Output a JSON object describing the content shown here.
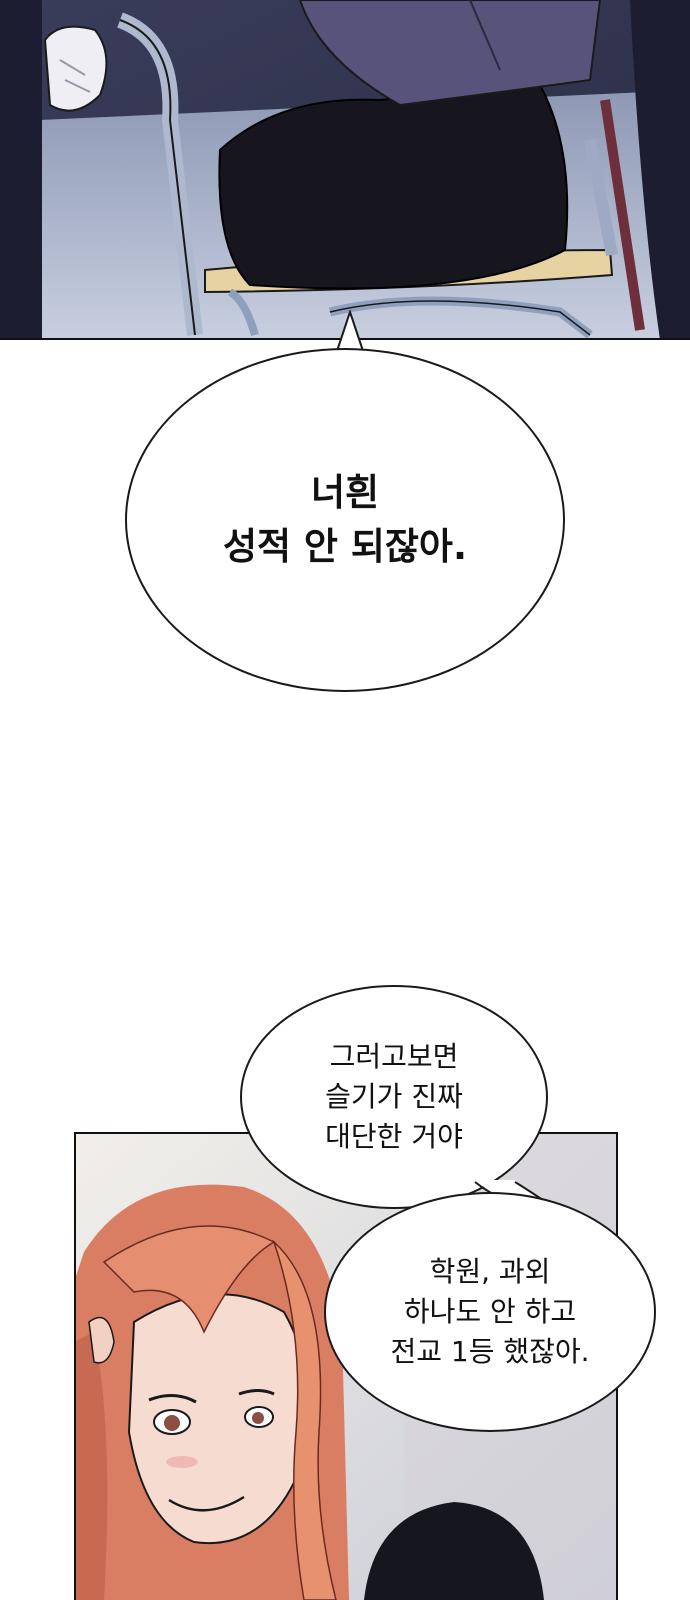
{
  "bubbles": [
    {
      "lines": [
        "너흰",
        "성적 안 되잖아."
      ]
    },
    {
      "lines": [
        "그러고보면",
        "슬기가 진짜",
        "대단한 거야"
      ]
    },
    {
      "lines": [
        "학원, 과외",
        "하나도 안 하고",
        "전교 1등 했잖아."
      ]
    }
  ],
  "colors": {
    "outline": "#1a1a1a",
    "bubble_fill": "#ffffff",
    "page_bg": "#ffffff"
  }
}
